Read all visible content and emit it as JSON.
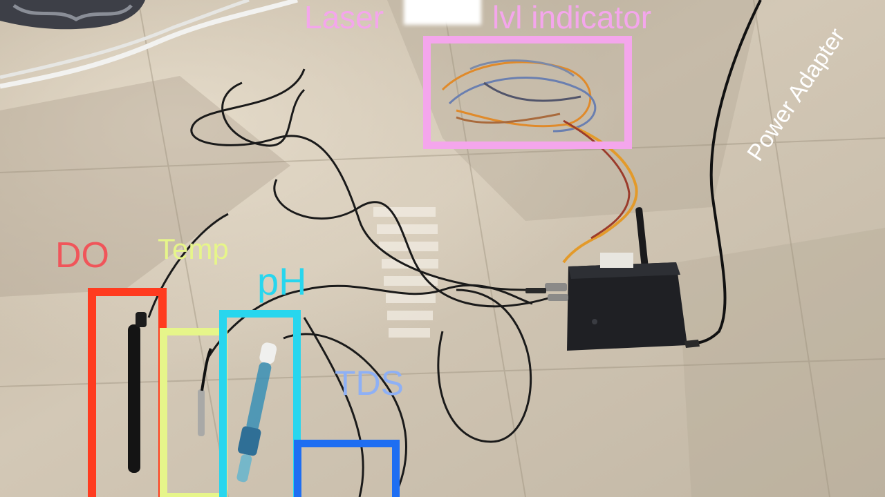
{
  "labels": {
    "laser_left": "Laser",
    "laser_right": "lvl indicator",
    "do": "DO",
    "temp": "Temp",
    "ph": "pH",
    "tds": "TDS",
    "power_adapter": "Power Adapter"
  },
  "colors": {
    "laser": "#f4a6ec",
    "do": "#ff3b1f",
    "do_label": "#f0555a",
    "temp": "#e6f58a",
    "ph": "#28d6ee",
    "tds": "#1e6ef2",
    "tds_label": "#8eb0f5",
    "power_adapter": "#ffffff",
    "floor": "#c9bca7",
    "enclosure": "#202226"
  }
}
